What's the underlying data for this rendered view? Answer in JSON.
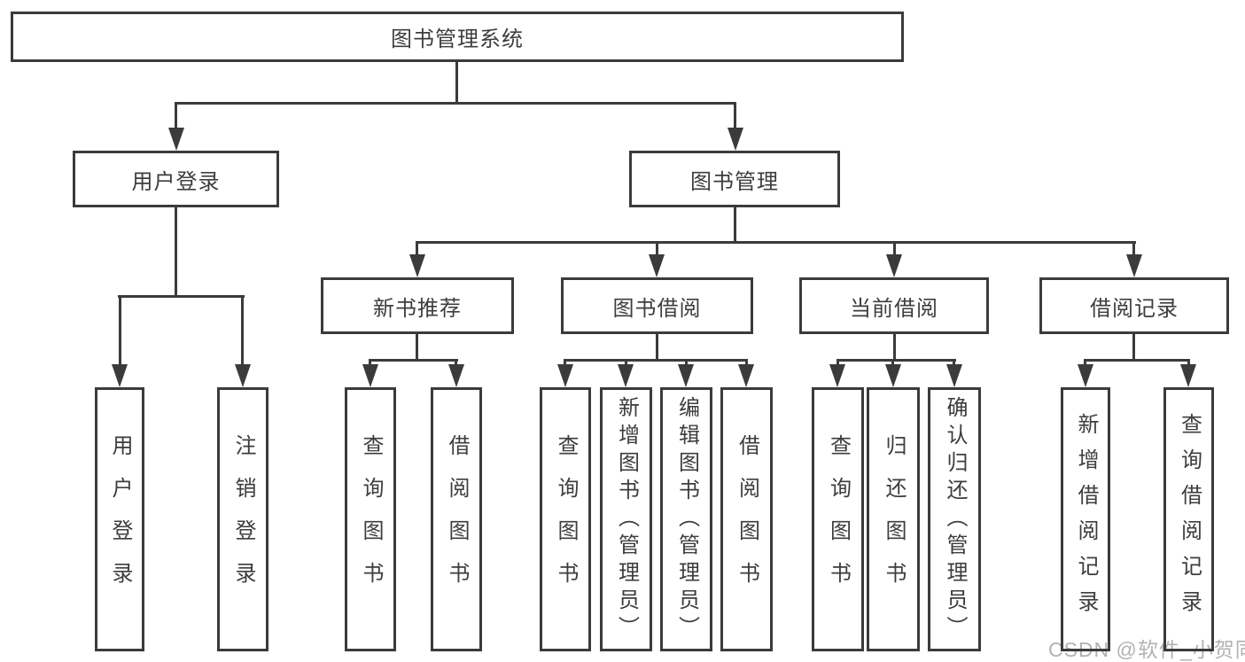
{
  "nodes": {
    "root": {
      "label": "图书管理系统"
    },
    "user_login": {
      "label": "用户登录"
    },
    "book_mgmt": {
      "label": "图书管理"
    },
    "new_book_rec": {
      "label": "新书推荐"
    },
    "book_borrow": {
      "label": "图书借阅"
    },
    "current_borrow": {
      "label": "当前借阅"
    },
    "borrow_records": {
      "label": "借阅记录"
    },
    "leaf_user_login": {
      "label": "用户登录"
    },
    "leaf_logout": {
      "label": "注销登录"
    },
    "leaf_query_book_rec": {
      "label": "查询图书"
    },
    "leaf_borrow_book_rec": {
      "label": "借阅图书"
    },
    "leaf_query_book_borrow": {
      "label": "查询图书"
    },
    "leaf_add_book": {
      "label": "新增图书（管理员）"
    },
    "leaf_edit_book": {
      "label": "编辑图书（管理员）"
    },
    "leaf_borrow_book": {
      "label": "借阅图书"
    },
    "leaf_query_book_current": {
      "label": "查询图书"
    },
    "leaf_return_book": {
      "label": "归还图书"
    },
    "leaf_confirm_return": {
      "label": "确认归还（管理员）"
    },
    "leaf_add_borrow_record": {
      "label": "新增借阅记录"
    },
    "leaf_query_borrow_record": {
      "label": "查询借阅记录"
    }
  },
  "hierarchy": {
    "图书管理系统": {
      "用户登录": [
        "用户登录",
        "注销登录"
      ],
      "图书管理": {
        "新书推荐": [
          "查询图书",
          "借阅图书"
        ],
        "图书借阅": [
          "查询图书",
          "新增图书（管理员）",
          "编辑图书（管理员）",
          "借阅图书"
        ],
        "当前借阅": [
          "查询图书",
          "归还图书",
          "确认归还（管理员）"
        ],
        "借阅记录": [
          "新增借阅记录",
          "查询借阅记录"
        ]
      }
    }
  },
  "watermark": "CSDN @软件_小贺同学",
  "colors": {
    "line": "#3b3b3b",
    "box_border": "#3b3b3b",
    "text": "#3d3d3d",
    "background": "#ffffff",
    "watermark": "#b2b2b2"
  }
}
